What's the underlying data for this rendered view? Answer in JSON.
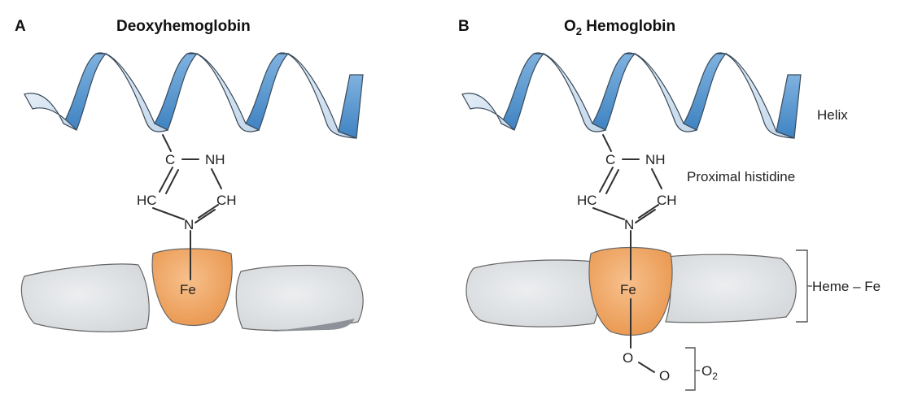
{
  "panels": [
    {
      "letter": "A",
      "title": "Deoxyhemoglobin",
      "atoms": {
        "c": "C",
        "nh": "NH",
        "hc": "HC",
        "ch": "CH",
        "n": "N",
        "fe": "Fe"
      }
    },
    {
      "letter": "B",
      "title_main": "O",
      "title_sub": "2",
      "title_rest": " Hemoglobin",
      "atoms": {
        "c": "C",
        "nh": "NH",
        "hc": "HC",
        "ch": "CH",
        "n": "N",
        "fe": "Fe",
        "o1": "O",
        "o2": "O"
      }
    }
  ],
  "labels": {
    "helix": "Helix",
    "proximal_histidine": "Proximal histidine",
    "heme_fe": "Heme – Fe",
    "o2_main": "O",
    "o2_sub": "2"
  },
  "colors": {
    "helix_front": "#cfe0f0",
    "helix_back": "#4b8fca",
    "helix_outline": "#3a4a5a",
    "iron": "#f0a45f",
    "heme": "#dfe2e5",
    "outline": "#666666"
  }
}
